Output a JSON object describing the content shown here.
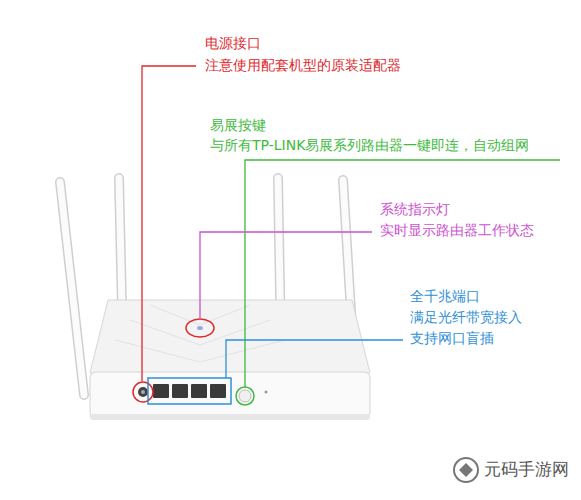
{
  "diagram": {
    "labels": [
      "电源接口",
      "注意使用配套机型的原装适配器",
      "易展按键",
      "与所有TP-LINK易展系列路由器一键即连，自动组网",
      "系统指示灯",
      "实时显示路由器工作状态",
      "全千兆端口",
      "满足光纤带宽接入",
      "支持网口盲插",
      "元码手游网"
    ]
  }
}
